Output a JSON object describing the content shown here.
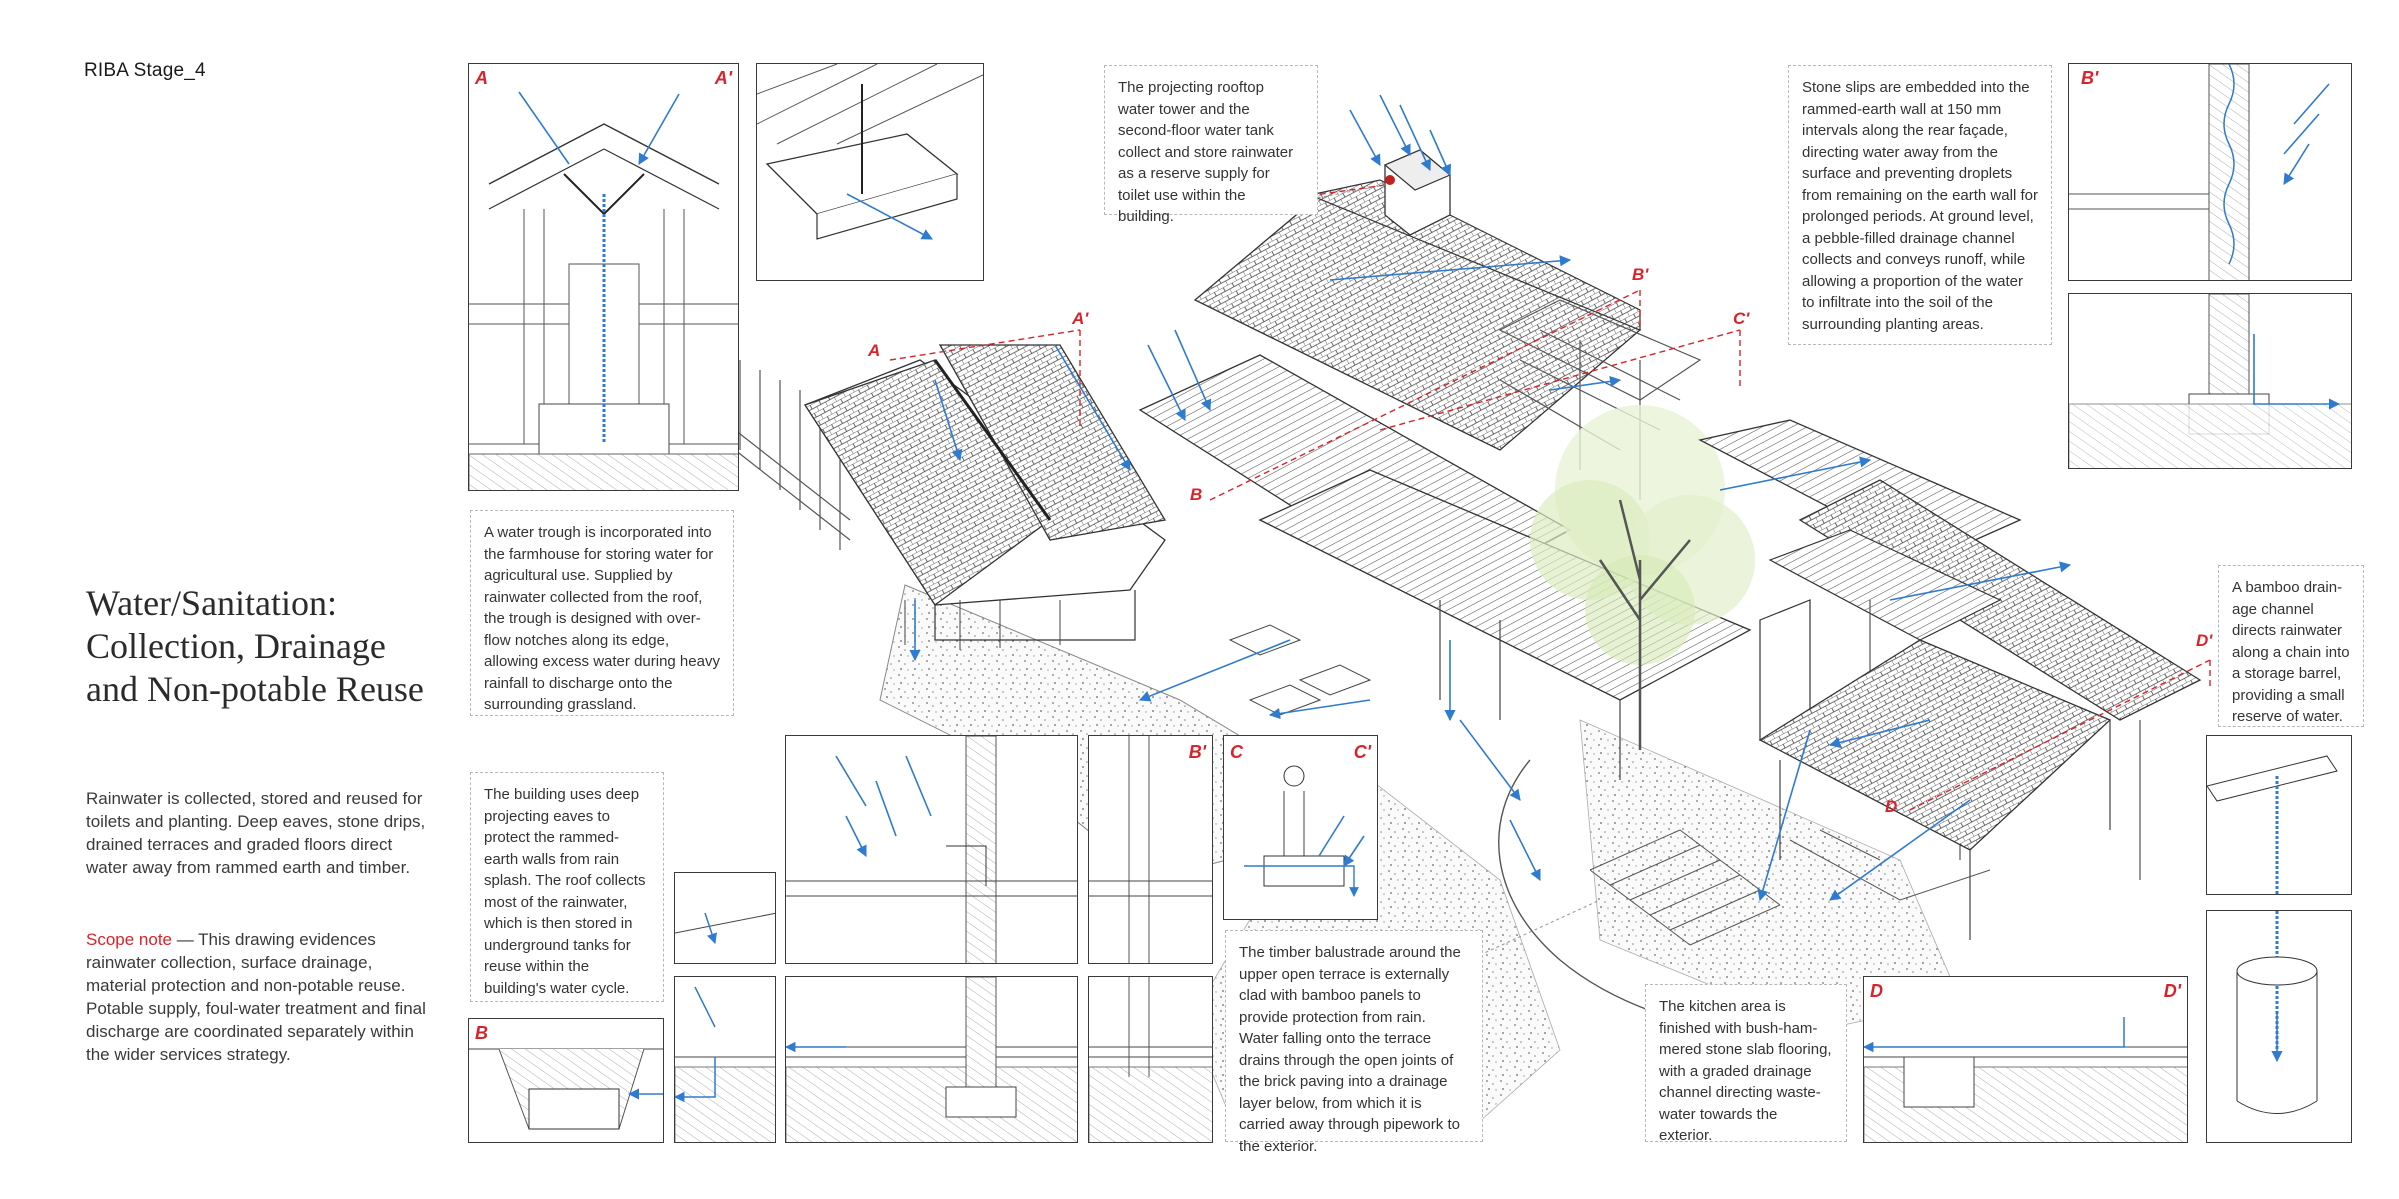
{
  "header": {
    "stage": "RIBA Stage_4"
  },
  "title": "Water/Sanitation: Collection, Drainage and Non-potable Reuse",
  "intro": "Rainwater is collected, stored and reused for toilets and planting. Deep eaves, stone drips, drained terraces and graded floors direct water away from rammed earth and timber.",
  "scope": {
    "label": "Scope note",
    "text": " — This drawing evidences rainwater collection, surface drainage, material protection and non-potable reuse. Potable supply, foul-water treatment and final discharge are coordinated separately within the wider services strategy."
  },
  "notes": {
    "tower": "The projecting rooftop water tower and the second-floor water tank collect and store rainwater as a reserve supply for toilet use within the building.",
    "stone_slips": "Stone slips are embedded into the rammed-earth wall at 150 mm intervals along the rear façade, directing water away from the surface and preventing droplets from remaining on the earth wall for prolonged periods. At ground level, a pebble-filled drainage channel collects and conveys runoff, while allowing a proportion of the water to infiltrate into the soil of the surrounding planting areas.",
    "trough": "A water trough is incorporated into the farmhouse for storing water for agricultural use. Supplied by rainwater collected from the roof, the trough is designed with over-flow notches along its edge, allowing excess water during heavy rainfall to discharge onto the surrounding grassland.",
    "eaves": "The building uses deep projecting eaves to protect the rammed-earth walls from rain splash. The roof collects most of the rainwater, which is then stored in underground tanks for reuse within the building's water cycle.",
    "bamboo": "A bamboo drain-age channel directs rainwater along a chain into a storage barrel, providing a small reserve of water.",
    "balustrade": "The timber balustrade around the upper open terrace is externally clad with bamboo panels to provide protection from rain. Water falling onto the terrace drains through the open joints of the brick paving into a drainage layer below, from which it is carried away through pipework to the exterior.",
    "kitchen": "The kitchen area is finished with bush-ham-mered stone slab flooring, with a graded drainage channel directing waste-water towards the exterior."
  },
  "section_labels": {
    "a": "A",
    "a_prime": "A'",
    "b": "B",
    "b_prime": "B'",
    "c": "C",
    "c_prime": "C'",
    "d": "D",
    "d_prime": "D'"
  },
  "colors": {
    "accent_red": "#d8232a",
    "water_blue": "#2f7bd0",
    "line": "#333333"
  }
}
